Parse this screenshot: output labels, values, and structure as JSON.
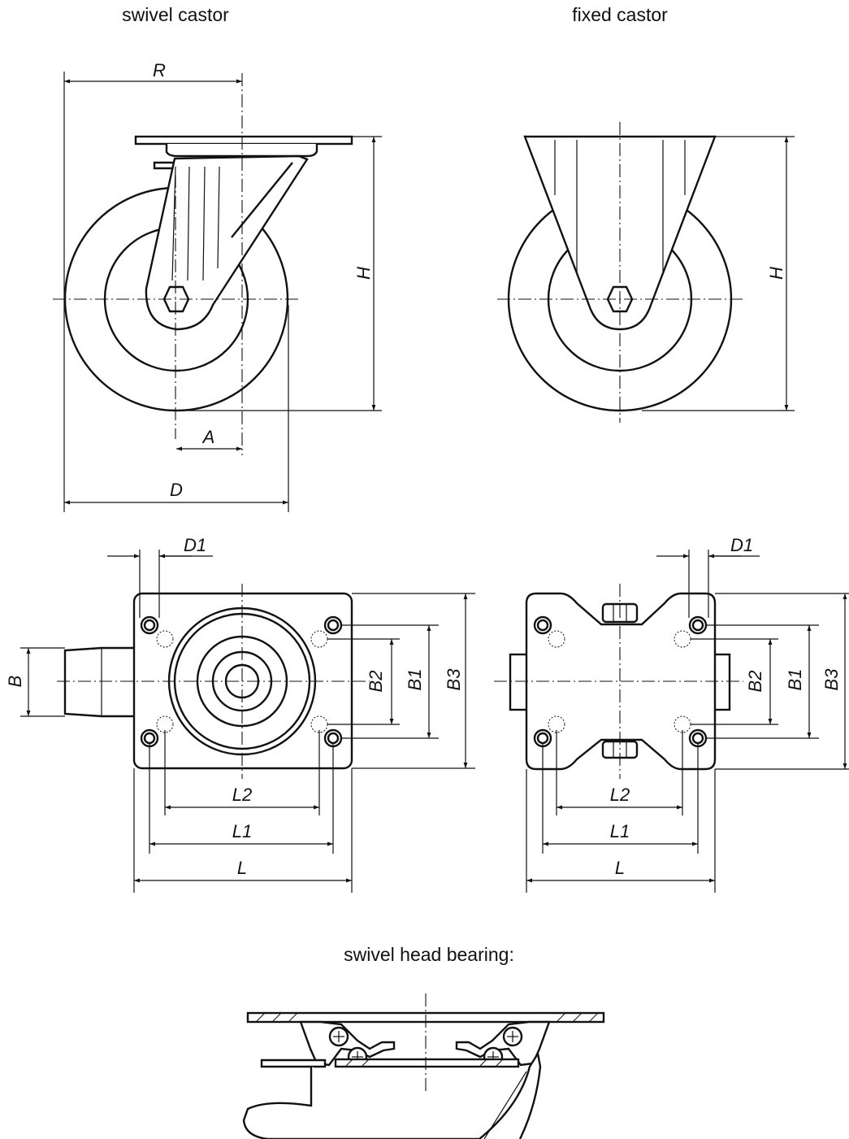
{
  "titles": {
    "swivel": "swivel castor",
    "fixed": "fixed castor",
    "bearing": "swivel head bearing:"
  },
  "labels": {
    "R": "R",
    "H": "H",
    "A": "A",
    "D": "D",
    "D1": "D1",
    "B": "B",
    "B1": "B1",
    "B2": "B2",
    "B3": "B3",
    "L": "L",
    "L1": "L1",
    "L2": "L2"
  }
}
